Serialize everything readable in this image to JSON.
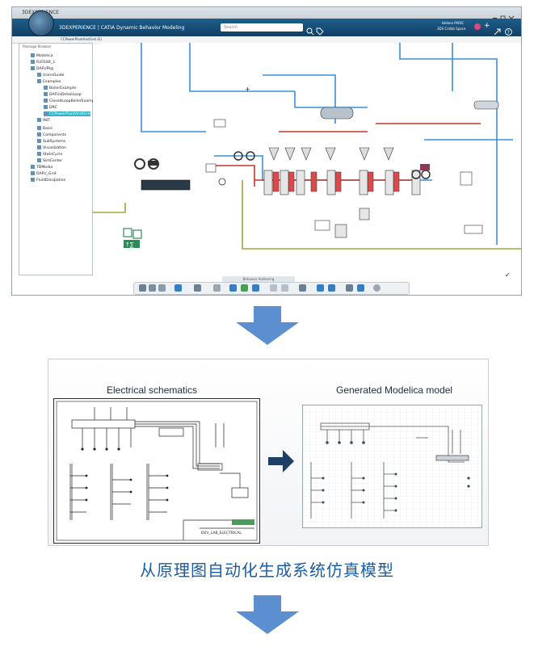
{
  "app": {
    "window_title": "3DEXPERIENCE",
    "app_title": "3DEXPERIENCE | CATIA Dynamic Behavior Modeling",
    "search_placeholder": "Search",
    "tab_label": "CCPowerPlantAndGrid (E)",
    "user_name": "Helene PARIS",
    "user_space": "3DS Collab Space",
    "tree_title": "Package Browser",
    "tree_items": [
      "Modelica",
      "R2018X_1",
      "DAFUPkg",
      "UsersGuide",
      "Examples",
      "BoilerExample",
      "DAFUsDetailLoop",
      "ClosedLoopBoilerExample",
      "DRC",
      "CCPowerPlantAndGrid",
      "INIT",
      "Basic",
      "Components",
      "SubSystems",
      "Visualization",
      "StatsCycle",
      "SimCenter",
      "TDMedia",
      "DAFU_Grid",
      "FluidDissipation"
    ],
    "bottom_label": "Behavior Authoring"
  },
  "panel": {
    "left_title": "Electrical schematics",
    "right_title": "Generated Modelica model",
    "schematic_stamp": "DEV_LAB_ELECTRICAL"
  },
  "caption": "从原理图自动化生成系统仿真模型",
  "colors": {
    "arrow": "#5b8fd0",
    "caption": "#1b5ea8",
    "appbar": "#174a73",
    "pipe_blue": "#3b8fd6",
    "pipe_red": "#c0392b",
    "pipe_olive": "#a7a43a"
  }
}
